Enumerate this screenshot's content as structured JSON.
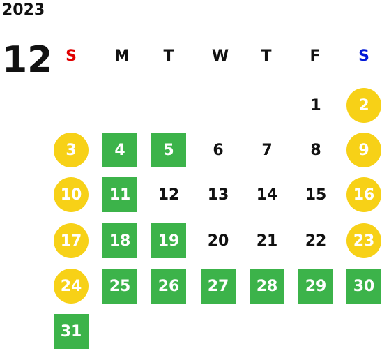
{
  "calendar": {
    "year": "2023",
    "month": "12",
    "weekday_headers": [
      {
        "label": "S",
        "kind": "sun"
      },
      {
        "label": "M",
        "kind": "weekday"
      },
      {
        "label": "T",
        "kind": "weekday"
      },
      {
        "label": "W",
        "kind": "weekday"
      },
      {
        "label": "T",
        "kind": "weekday"
      },
      {
        "label": "F",
        "kind": "weekday"
      },
      {
        "label": "S",
        "kind": "sat"
      }
    ],
    "colors": {
      "weekend_circle": "#f7d117",
      "holiday_square": "#3cb34a",
      "sunday_header": "#e00000",
      "saturday_header": "#0018d8",
      "highlight_text": "#ffffff",
      "default_text": "#111111"
    },
    "days": [
      {
        "day": "1",
        "col": 5,
        "row": 0,
        "style": "plain"
      },
      {
        "day": "2",
        "col": 6,
        "row": 0,
        "style": "circle"
      },
      {
        "day": "3",
        "col": 0,
        "row": 1,
        "style": "circle"
      },
      {
        "day": "4",
        "col": 1,
        "row": 1,
        "style": "square"
      },
      {
        "day": "5",
        "col": 2,
        "row": 1,
        "style": "square"
      },
      {
        "day": "6",
        "col": 3,
        "row": 1,
        "style": "plain"
      },
      {
        "day": "7",
        "col": 4,
        "row": 1,
        "style": "plain"
      },
      {
        "day": "8",
        "col": 5,
        "row": 1,
        "style": "plain"
      },
      {
        "day": "9",
        "col": 6,
        "row": 1,
        "style": "circle"
      },
      {
        "day": "10",
        "col": 0,
        "row": 2,
        "style": "circle"
      },
      {
        "day": "11",
        "col": 1,
        "row": 2,
        "style": "square"
      },
      {
        "day": "12",
        "col": 2,
        "row": 2,
        "style": "plain"
      },
      {
        "day": "13",
        "col": 3,
        "row": 2,
        "style": "plain"
      },
      {
        "day": "14",
        "col": 4,
        "row": 2,
        "style": "plain"
      },
      {
        "day": "15",
        "col": 5,
        "row": 2,
        "style": "plain"
      },
      {
        "day": "16",
        "col": 6,
        "row": 2,
        "style": "circle"
      },
      {
        "day": "17",
        "col": 0,
        "row": 3,
        "style": "circle"
      },
      {
        "day": "18",
        "col": 1,
        "row": 3,
        "style": "square"
      },
      {
        "day": "19",
        "col": 2,
        "row": 3,
        "style": "square"
      },
      {
        "day": "20",
        "col": 3,
        "row": 3,
        "style": "plain"
      },
      {
        "day": "21",
        "col": 4,
        "row": 3,
        "style": "plain"
      },
      {
        "day": "22",
        "col": 5,
        "row": 3,
        "style": "plain"
      },
      {
        "day": "23",
        "col": 6,
        "row": 3,
        "style": "circle"
      },
      {
        "day": "24",
        "col": 0,
        "row": 4,
        "style": "circle"
      },
      {
        "day": "25",
        "col": 1,
        "row": 4,
        "style": "square"
      },
      {
        "day": "26",
        "col": 2,
        "row": 4,
        "style": "square"
      },
      {
        "day": "27",
        "col": 3,
        "row": 4,
        "style": "square"
      },
      {
        "day": "28",
        "col": 4,
        "row": 4,
        "style": "square"
      },
      {
        "day": "29",
        "col": 5,
        "row": 4,
        "style": "square"
      },
      {
        "day": "30",
        "col": 6,
        "row": 4,
        "style": "square"
      },
      {
        "day": "31",
        "col": 0,
        "row": 5,
        "style": "square"
      }
    ]
  }
}
